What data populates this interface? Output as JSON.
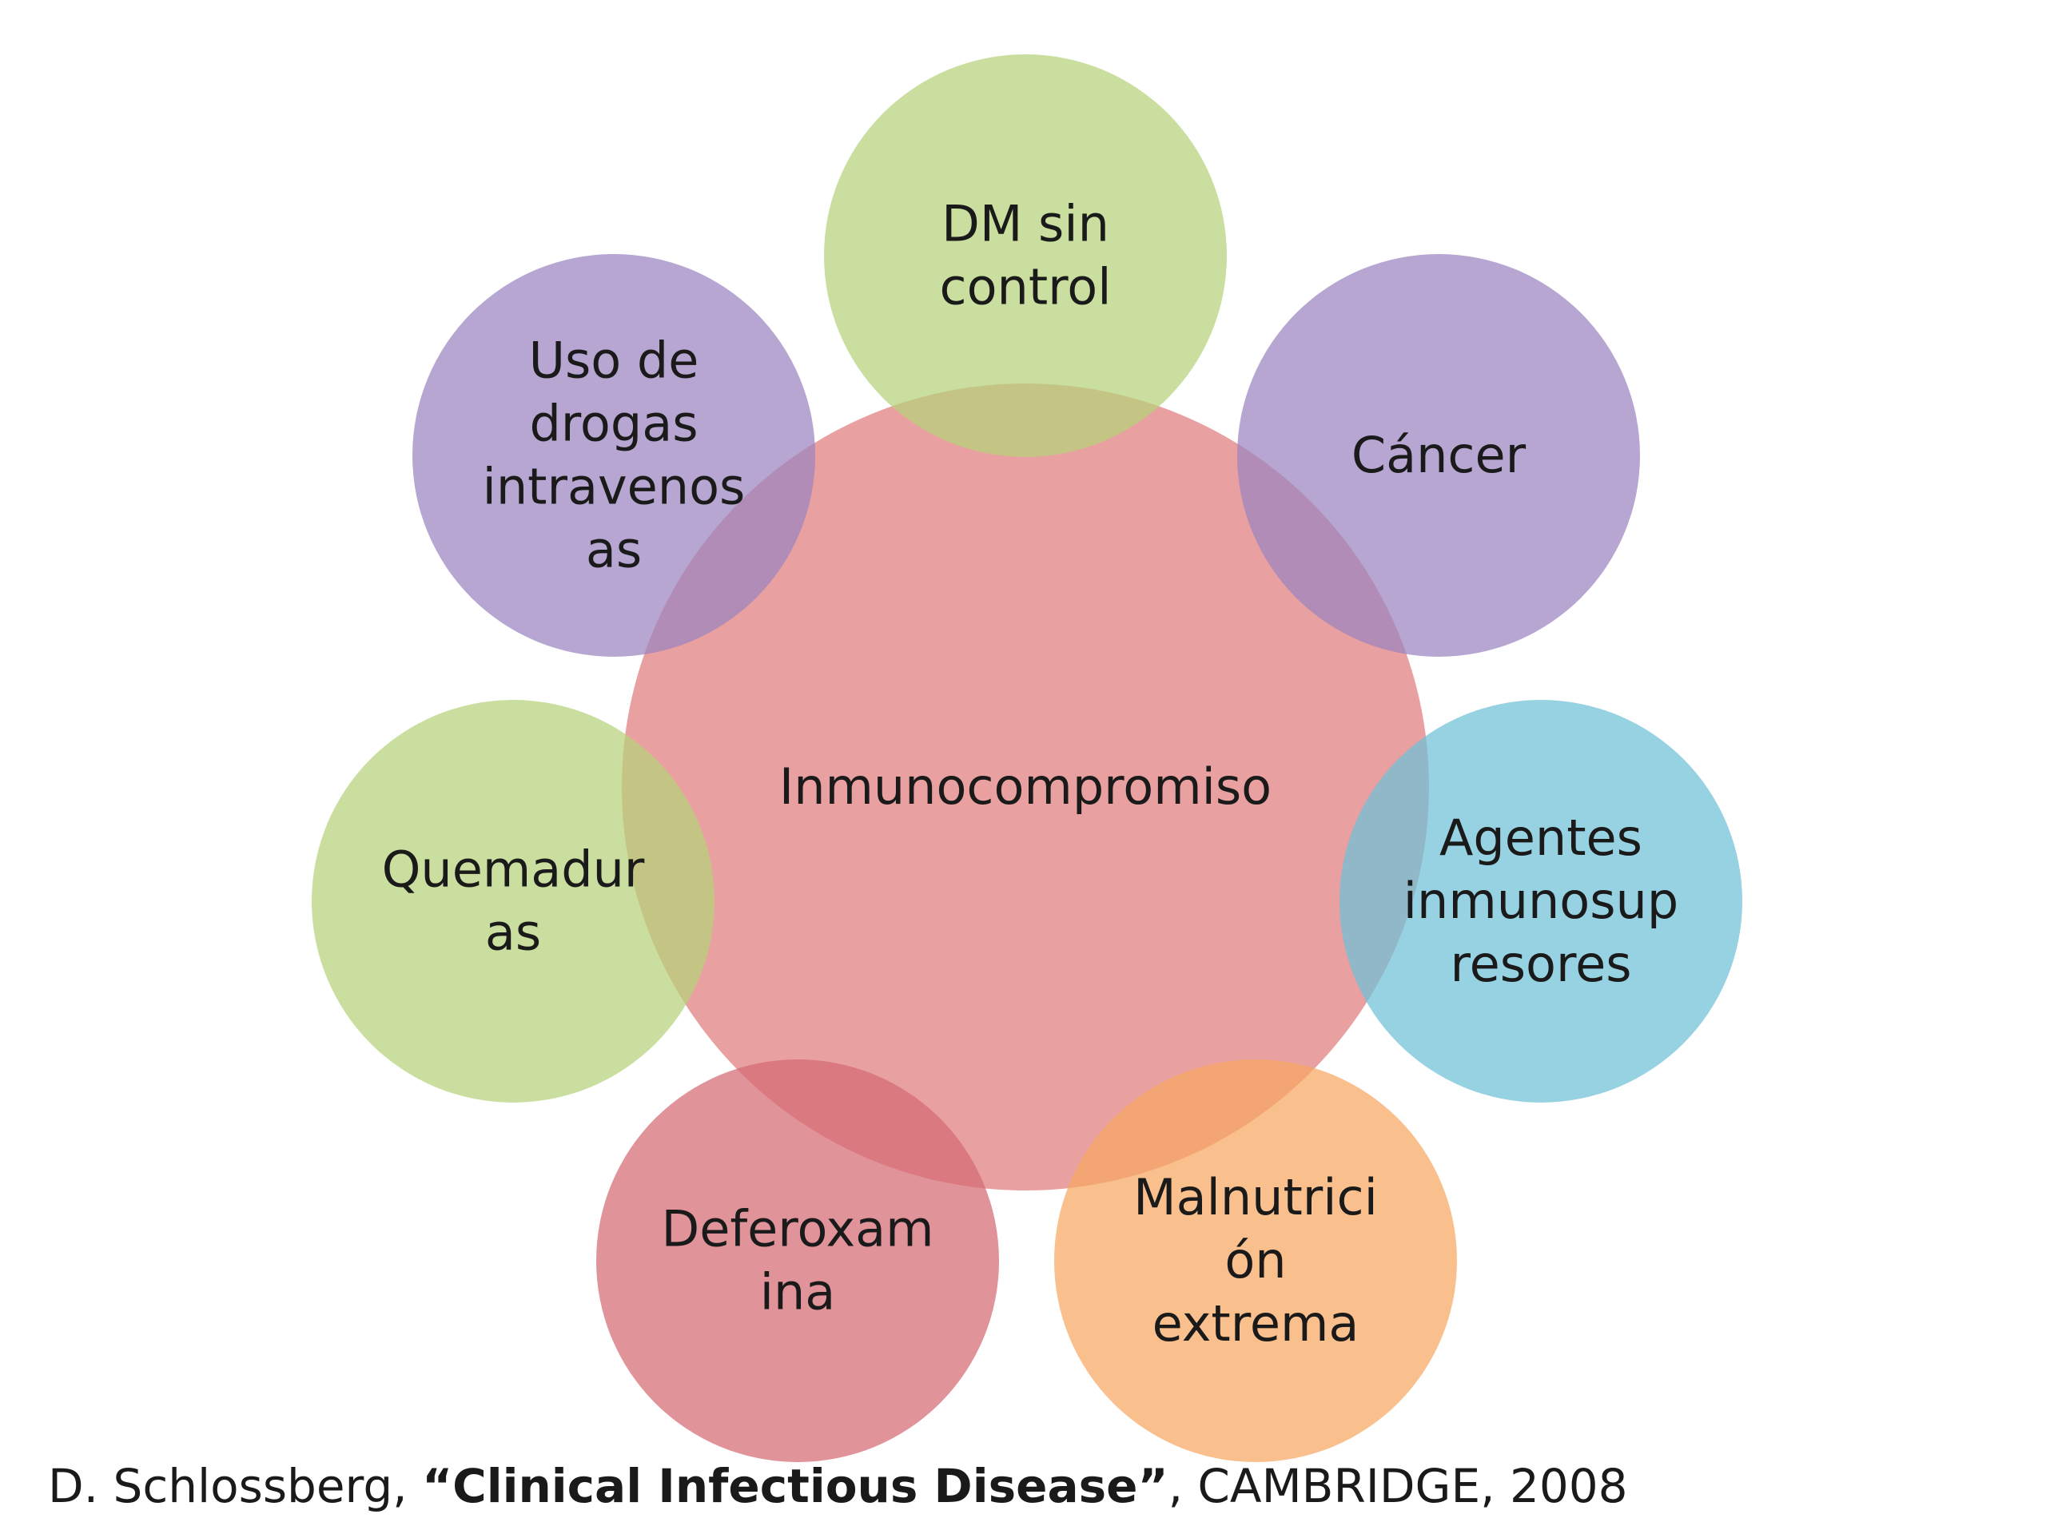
{
  "diagram": {
    "center": {
      "label": [
        "Inmunocompromiso"
      ],
      "color": "#e07b7b"
    },
    "satellites": [
      {
        "id": "dm",
        "label": [
          "DM sin",
          "control"
        ],
        "color": "#b5d27a"
      },
      {
        "id": "cancer",
        "label": [
          "Cáncer"
        ],
        "color": "#9a84bf"
      },
      {
        "id": "agentes",
        "label": [
          "Agentes",
          "inmunosup",
          "resores"
        ],
        "color": "#6fc0d8"
      },
      {
        "id": "malnutricion",
        "label": [
          "Malnutrici",
          "ón",
          "extrema"
        ],
        "color": "#f6a763"
      },
      {
        "id": "deferoxamina",
        "label": [
          "Deferoxam",
          "ina"
        ],
        "color": "#d46a72"
      },
      {
        "id": "quemaduras",
        "label": [
          "Quemadur",
          "as"
        ],
        "color": "#b5d27a"
      },
      {
        "id": "drogas",
        "label": [
          "Uso de",
          "drogas",
          "intravenos",
          "as"
        ],
        "color": "#9a84bf"
      }
    ]
  },
  "citation": {
    "author": "D. Schlossberg, ",
    "title": "“Clinical Infectious Disease”",
    "rest": ", CAMBRIDGE, 2008"
  }
}
